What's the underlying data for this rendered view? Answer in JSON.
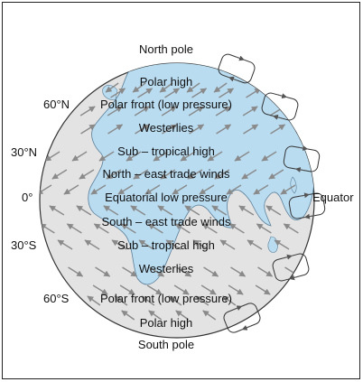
{
  "title_labels": {
    "north_pole": "North pole",
    "south_pole": "South pole",
    "equator": "Equator"
  },
  "bands": [
    "Polar high",
    "Polar front (low pressure)",
    "Westerlies",
    "Sub – tropical high",
    "North – east trade winds",
    "Equatorial low pressure",
    "South – east trade winds",
    "Sub – tropical high",
    "Westerlies",
    "Polar front (low pressure)",
    "Polar high"
  ],
  "latitudes": [
    "60°N",
    "30°N",
    "0°",
    "30°S",
    "60°S"
  ],
  "colors": {
    "globe": "#e3e3e3",
    "land": "#b9dcf1",
    "outline": "#333333",
    "arrow": "#8a8a8a"
  }
}
